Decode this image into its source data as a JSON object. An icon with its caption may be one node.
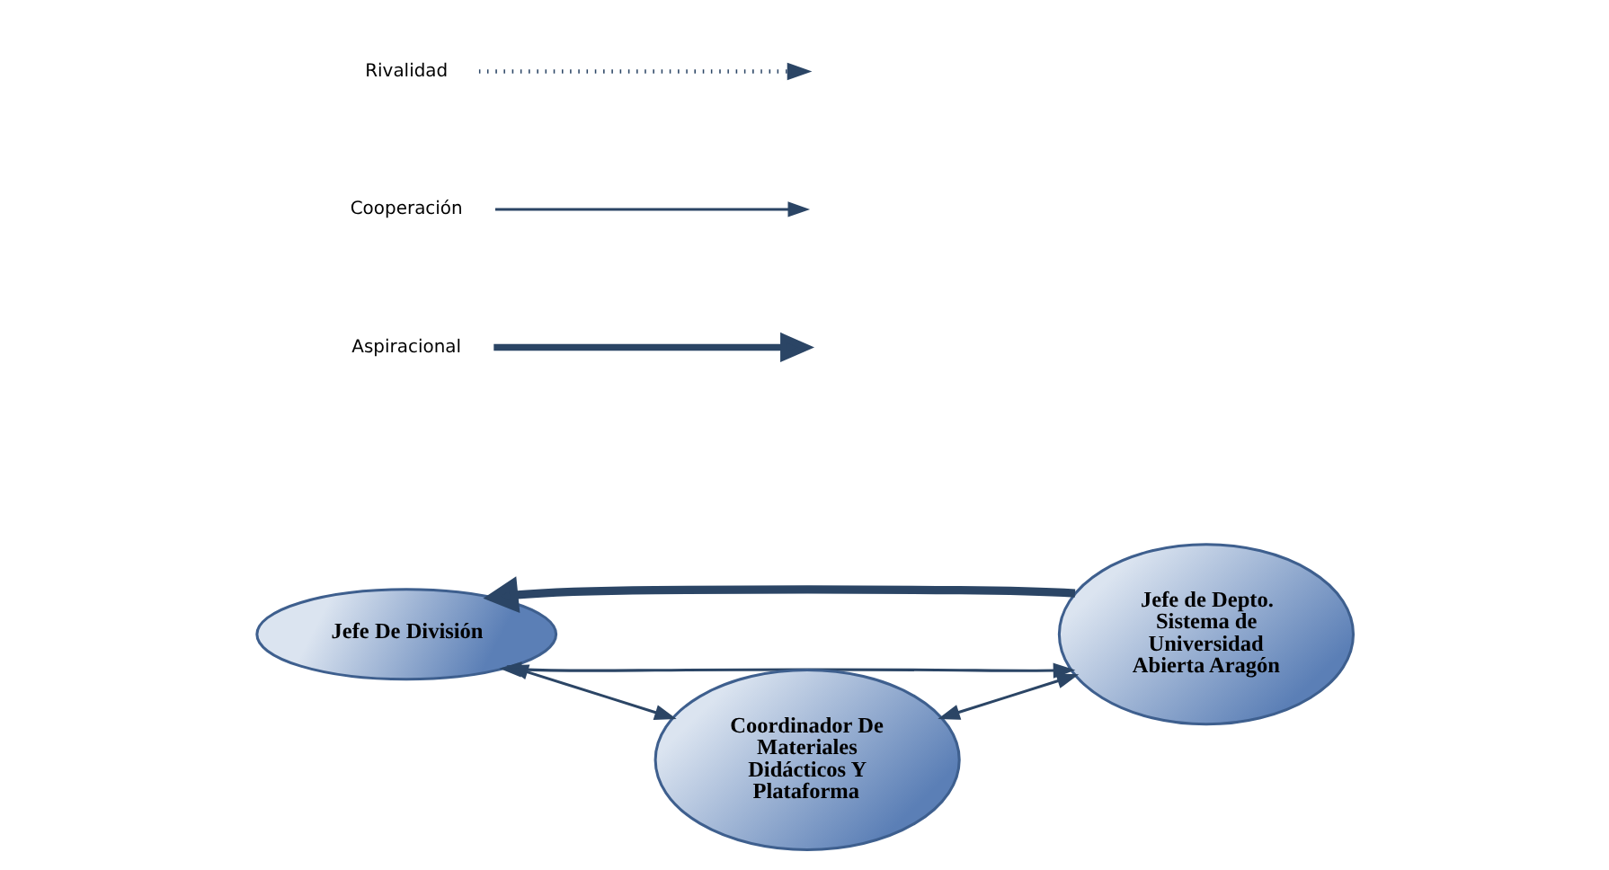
{
  "diagram": {
    "nodes": [
      {
        "text": [
          "Jefe De División"
        ]
      },
      {
        "text": [
          "Jefe de Depto. Sistema de Universidad Abierta Aragón"
        ]
      },
      {
        "text": [
          "Coordinador De Materiales Didácticos Y Plataforma"
        ]
      }
    ],
    "edges": [
      {
        "from": 0,
        "to": 1,
        "arrow": "both"
      },
      {
        "from": 1,
        "to": 0,
        "arrow": "to",
        "style": "thick"
      },
      {
        "from": 0,
        "to": 2,
        "arrow": "both"
      },
      {
        "from": 2,
        "to": 1,
        "arrow": "both"
      }
    ],
    "legend": [
      {
        "text": "Rivalidad"
      },
      {
        "text": "Cooperación"
      },
      {
        "text": "Aspiracional"
      }
    ]
  }
}
